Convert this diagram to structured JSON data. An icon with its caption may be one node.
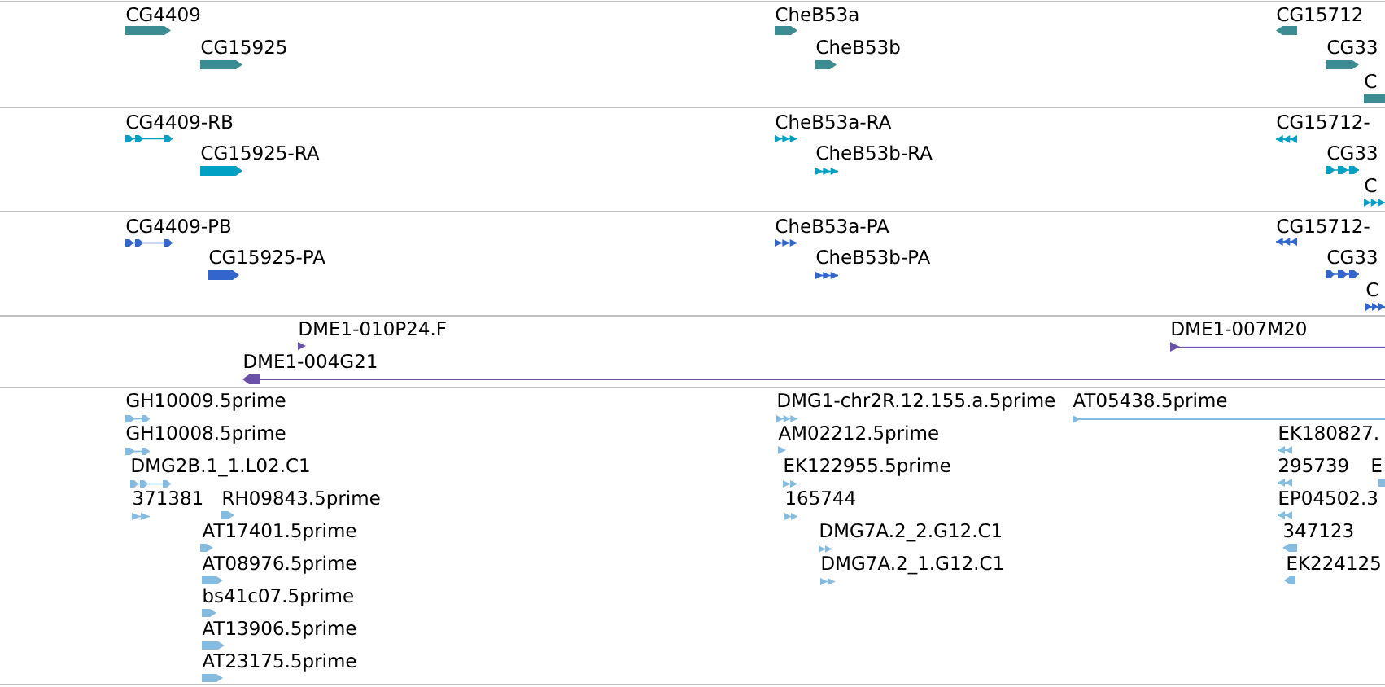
{
  "diagram": {
    "labels": [
      "CG4409",
      "CheB53a",
      "CG15712",
      "CG15925",
      "CheB53b",
      "CG33",
      "C",
      "CG4409-RB",
      "CheB53a-RA",
      "CG15712-",
      "CG15925-RA",
      "CheB53b-RA",
      "CG33",
      "C",
      "CG4409-PB",
      "CheB53a-PA",
      "CG15712-",
      "CG15925-PA",
      "CheB53b-PA",
      "CG33",
      "C",
      "DME1-010P24.F",
      "DME1-007M20",
      "DME1-004G21",
      "GH10009.5prime",
      "DMG1-chr2R.12.155.a.5prime",
      "AT05438.5prime",
      "GH10008.5prime",
      "AM02212.5prime",
      "EK180827.",
      "DMG2B.1_1.L02.C1",
      "EK122955.5prime",
      "295739",
      "E",
      "371381",
      "RH09843.5prime",
      "165744",
      "EP04502.3",
      "AT17401.5prime",
      "DMG7A.2_2.G12.C1",
      "347123",
      "AT08976.5prime",
      "DMG7A.2_1.G12.C1",
      "EK224125",
      "bs41c07.5prime",
      "AT13906.5prime",
      "AT23175.5prime"
    ]
  }
}
